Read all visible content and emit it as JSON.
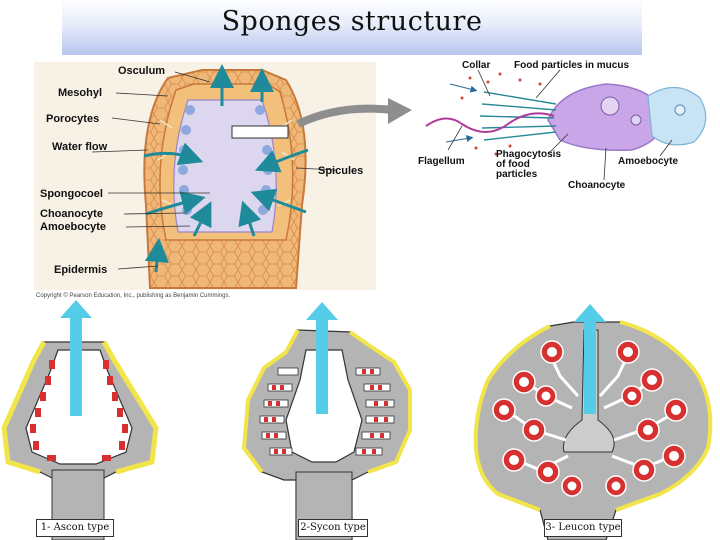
{
  "title": "Sponges structure",
  "main_labels": {
    "osculum": "Osculum",
    "mesohyl": "Mesohyl",
    "porocytes": "Porocytes",
    "water_flow": "Water flow",
    "spicules": "Spicules",
    "spongocoel": "Spongocoel",
    "choanocyte": "Choanocyte",
    "amoebocyte": "Amoebocyte",
    "epidermis": "Epidermis",
    "copyright": "Copyright © Pearson Education, Inc., publishing as Benjamin Cummings."
  },
  "detail_labels": {
    "collar": "Collar",
    "food_particles": "Food particles in mucus",
    "flagellum": "Flagellum",
    "phagocytosis": "Phagocytosis of food particles",
    "amoebocyte": "Amoebocyte",
    "choanocyte": "Choanocyte"
  },
  "types": [
    {
      "caption": "1- Ascon type"
    },
    {
      "caption": "2-Sycon type"
    },
    {
      "caption": "3- Leucon type"
    }
  ],
  "colors": {
    "body_orange": "#e8a35c",
    "flow_arrow": "#1f8a9a",
    "type_arrow": "#55cde8",
    "wall_gray": "#b4b4b4",
    "cell_red": "#d63030",
    "epidermis_yellow": "#f2e54a",
    "detail_purple": "#c9a6e8"
  }
}
